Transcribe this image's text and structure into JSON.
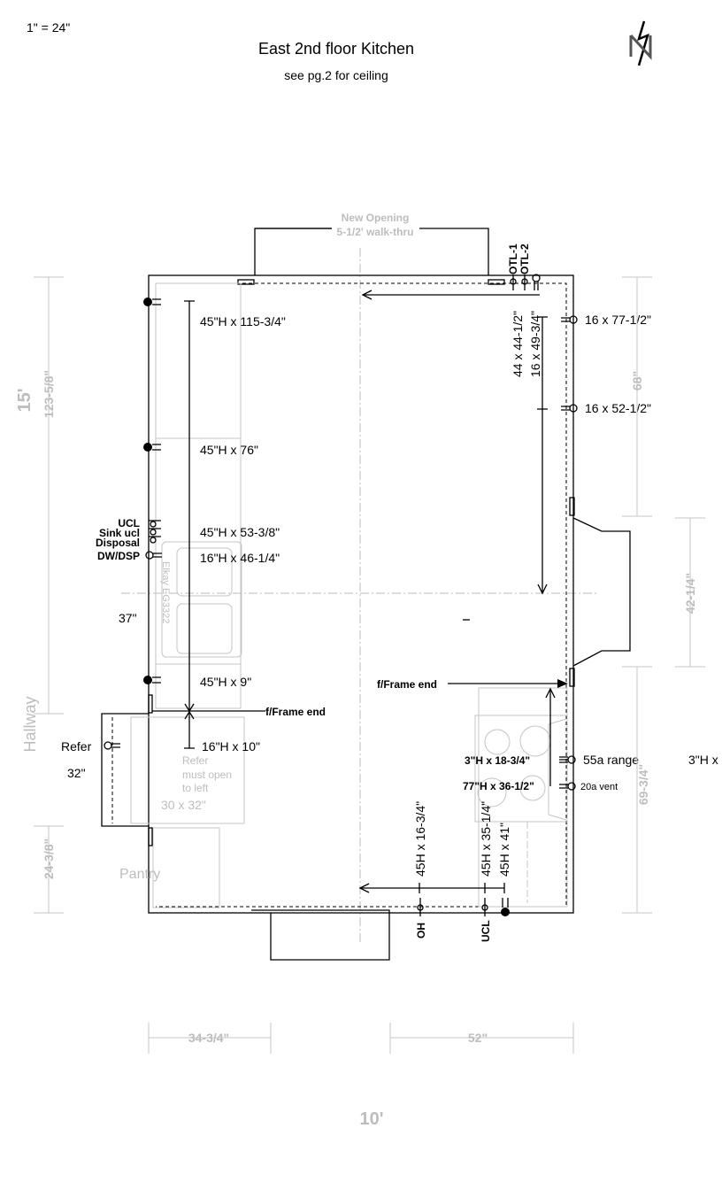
{
  "header": {
    "scale": "1\" = 24\"",
    "title": "East 2nd floor Kitchen",
    "subtitle": "see pg.2 for ceiling",
    "north_logo": "N"
  },
  "openings": {
    "top_line1": "New Opening",
    "top_line2": "5-1/2' walk-thru"
  },
  "left_labels": {
    "ucl": "UCL",
    "sink_ucl": "Sink ucl",
    "disposal": "Disposal",
    "dw_dsp": "DW/DSP",
    "sink_width": "37\"",
    "refer": "Refer",
    "refer_width": "32\"",
    "pantry": "Pantry",
    "hallway": "Hallway",
    "sink_model": "Elkay EG3322",
    "refer_note1": "Refer",
    "refer_note2": "must open",
    "refer_note3": "to left",
    "refer_size": "30 x 32\""
  },
  "left_outlets": [
    "45\"H x 115-3/4\"",
    "45\"H x 76\"",
    "45\"H x 53-3/8\"",
    "16\"H x 46-1/4\"",
    "45\"H x 9\"",
    "16\"H x 10\""
  ],
  "frame_end_left": "f/Frame end",
  "frame_end_right": "f/Frame end",
  "top_right": {
    "otl1": "OTL-1",
    "otl2": "OTL-2",
    "dim1": "44 x 44-1/2\"",
    "dim2": "16 x 49-3/4\"",
    "outlet1": "16 x 77-1/2\"",
    "outlet2": "16 x 52-1/2\""
  },
  "range": {
    "dim1": "3\"H x 18-3/4\"",
    "dim2": "77\"H x 36-1/2\"",
    "outlet_range": "55a range",
    "outlet_vent": "20a vent",
    "cutoff": "3\"H x"
  },
  "bottom_outlets": {
    "oh_dim": "45H x 16-3/4\"",
    "ucl_dim": "45H x 35-1/4\"",
    "g_dim": "45H x 41\"",
    "oh": "OH",
    "ucl": "UCL"
  },
  "dimensions": {
    "left_total": "15'",
    "left_upper": "123-5/8\"",
    "left_lower": "24-3/8\"",
    "right_upper": "68\"",
    "right_mid": "42-1/4\"",
    "right_lower": "69-3/4\"",
    "bottom_left": "34-3/4\"",
    "bottom_right": "52\"",
    "bottom_total": "10'"
  }
}
